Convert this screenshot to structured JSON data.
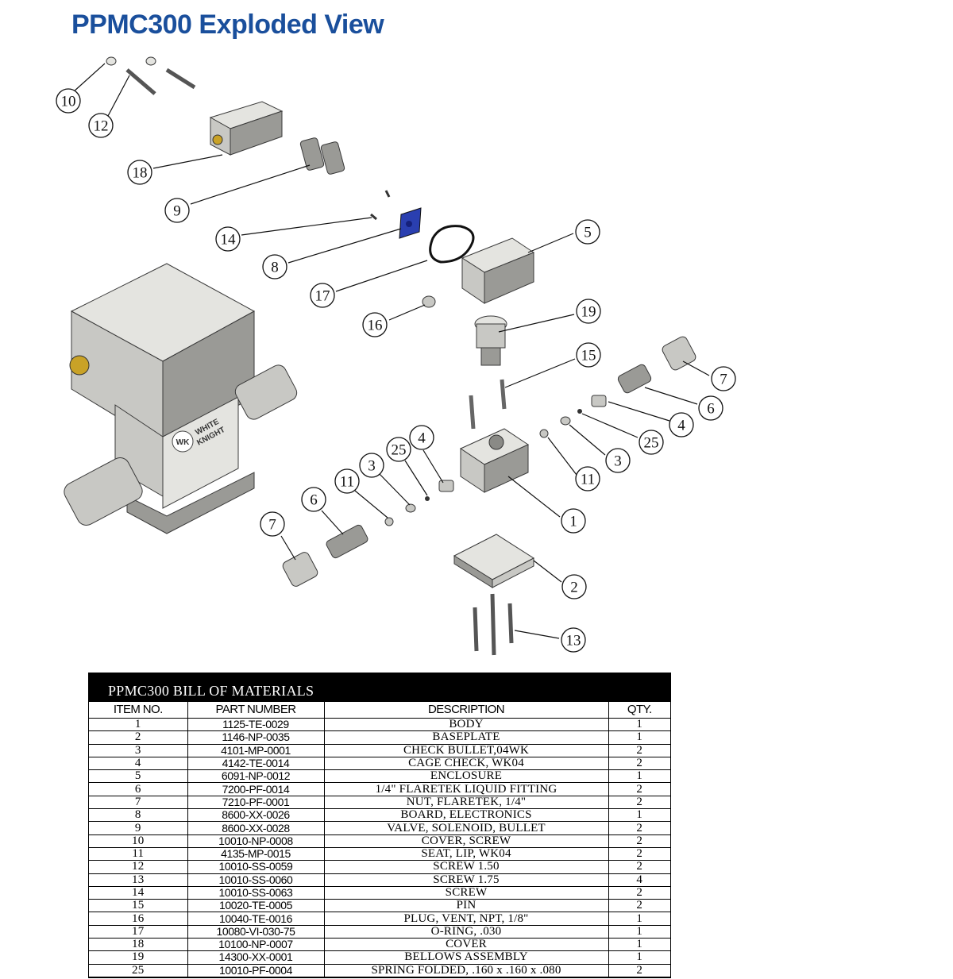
{
  "title": "PPMC300 Exploded View",
  "title_color": "#1a4f9c",
  "callouts": [
    "10",
    "12",
    "18",
    "9",
    "14",
    "8",
    "17",
    "5",
    "16",
    "19",
    "15",
    "7",
    "6",
    "4",
    "25",
    "3",
    "11",
    "1",
    "4",
    "25",
    "3",
    "11",
    "6",
    "7",
    "2",
    "13"
  ],
  "assembly_logo": {
    "line1": "WHITE",
    "line2": "KNIGHT",
    "mark": "WK"
  },
  "bom": {
    "title": "PPMC300 BILL OF MATERIALS",
    "headers": [
      "ITEM NO.",
      "PART NUMBER",
      "DESCRIPTION",
      "QTY."
    ],
    "rows": [
      [
        "1",
        "1125-TE-0029",
        "BODY",
        "1"
      ],
      [
        "2",
        "1146-NP-0035",
        "BASEPLATE",
        "1"
      ],
      [
        "3",
        "4101-MP-0001",
        "CHECK BULLET,04WK",
        "2"
      ],
      [
        "4",
        "4142-TE-0014",
        "CAGE CHECK, WK04",
        "2"
      ],
      [
        "5",
        "6091-NP-0012",
        "ENCLOSURE",
        "1"
      ],
      [
        "6",
        "7200-PF-0014",
        "1/4\" FLARETEK LIQUID FITTING",
        "2"
      ],
      [
        "7",
        "7210-PF-0001",
        "NUT, FLARETEK, 1/4\"",
        "2"
      ],
      [
        "8",
        "8600-XX-0026",
        "BOARD, ELECTRONICS",
        "1"
      ],
      [
        "9",
        "8600-XX-0028",
        "VALVE, SOLENOID, BULLET",
        "2"
      ],
      [
        "10",
        "10010-NP-0008",
        "COVER, SCREW",
        "2"
      ],
      [
        "11",
        "4135-MP-0015",
        "SEAT, LIP, WK04",
        "2"
      ],
      [
        "12",
        "10010-SS-0059",
        "SCREW 1.50",
        "2"
      ],
      [
        "13",
        "10010-SS-0060",
        "SCREW 1.75",
        "4"
      ],
      [
        "14",
        "10010-SS-0063",
        "SCREW",
        "2"
      ],
      [
        "15",
        "10020-TE-0005",
        "PIN",
        "2"
      ],
      [
        "16",
        "10040-TE-0016",
        "PLUG, VENT, NPT, 1/8\"",
        "1"
      ],
      [
        "17",
        "10080-VI-030-75",
        "O-RING, .030",
        "1"
      ],
      [
        "18",
        "10100-NP-0007",
        "COVER",
        "1"
      ],
      [
        "19",
        "14300-XX-0001",
        "BELLOWS ASSEMBLY",
        "1"
      ],
      [
        "25",
        "10010-PF-0004",
        "SPRING FOLDED, .160 x .160 x .080",
        "2"
      ]
    ]
  }
}
